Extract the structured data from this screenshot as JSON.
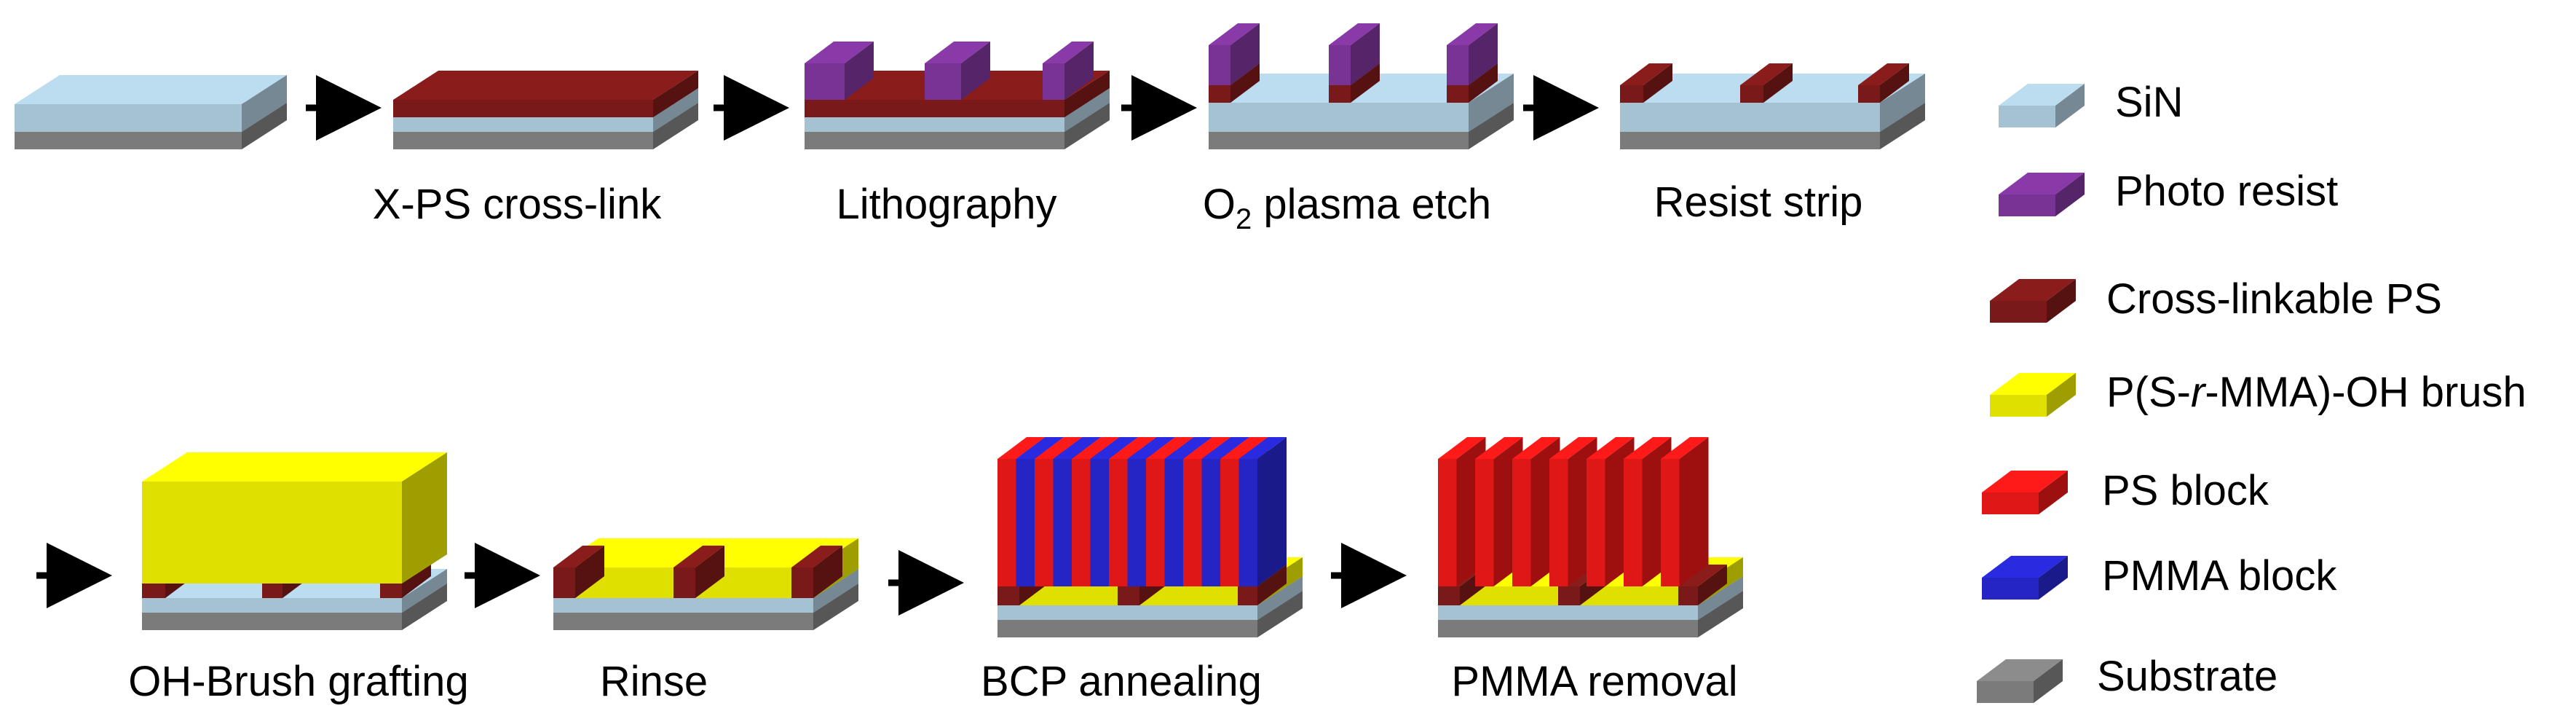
{
  "steps": {
    "s1": {
      "label": ""
    },
    "s2": {
      "label": "X-PS cross-link"
    },
    "s3": {
      "label": "Lithography"
    },
    "s4": {
      "label_main": "O",
      "label_sub": "2",
      "label_rest": " plasma etch"
    },
    "s5": {
      "label": "Resist strip"
    },
    "s6": {
      "label": "OH-Brush grafting"
    },
    "s7": {
      "label": "Rinse"
    },
    "s8": {
      "label": "BCP annealing"
    },
    "s9": {
      "label": "PMMA removal"
    }
  },
  "legend": {
    "sin": "SiN",
    "photoresist": "Photo resist",
    "xps": "Cross-linkable PS",
    "brush_pre": "P(S-",
    "brush_r": "r",
    "brush_post": "-MMA)-OH brush",
    "ps": "PS block",
    "pmma": "PMMA block",
    "substrate": "Substrate"
  },
  "colors": {
    "sin": "#bcdcef",
    "substrate": "#8c8c8c",
    "xps": "#8b1c1c",
    "photoresist": "#8a3aa8",
    "brush": "#ffff00",
    "ps": "#ff1a1a",
    "pmma": "#2a2ae0",
    "arrow": "#000000"
  }
}
